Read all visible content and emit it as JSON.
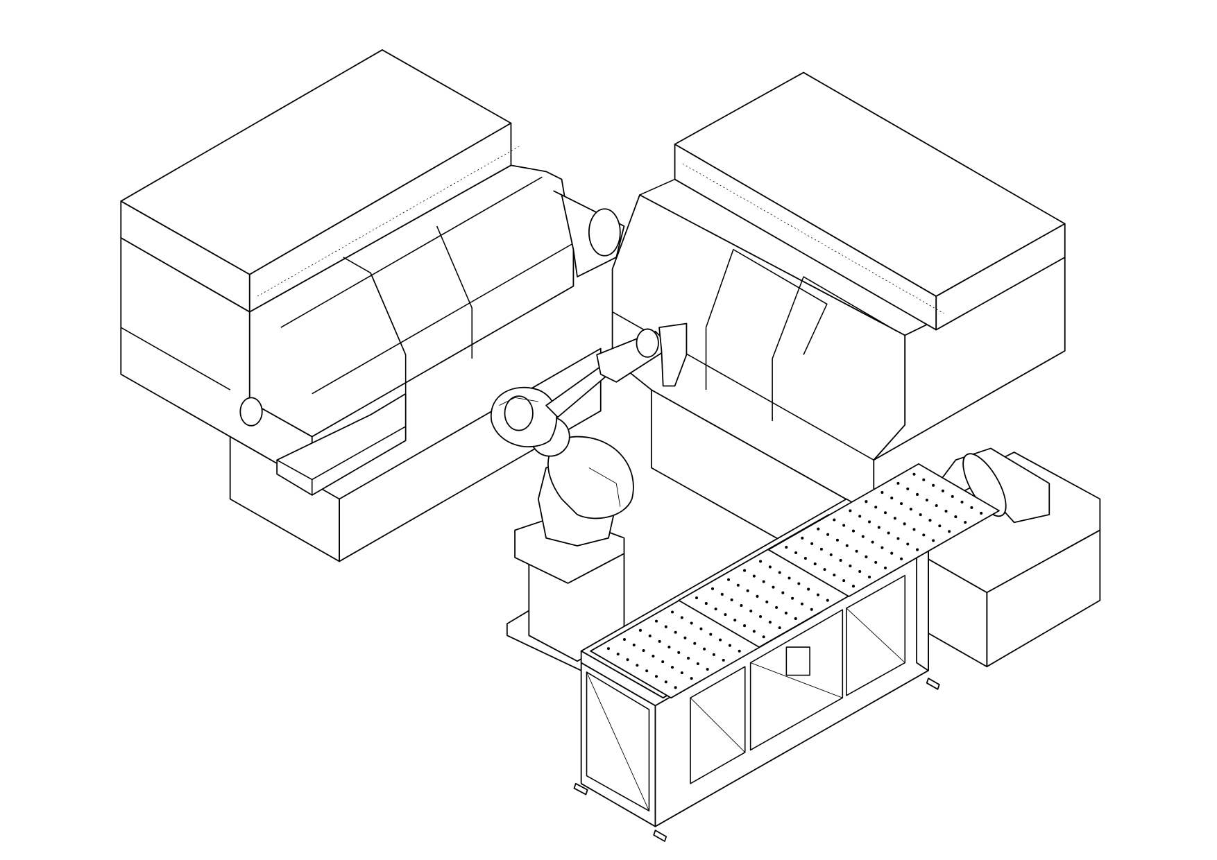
{
  "colors": {
    "line": "#000000",
    "background": "#ffffff"
  },
  "table": {
    "plates": 3,
    "hole_rows": 8,
    "hole_cols": 9
  }
}
